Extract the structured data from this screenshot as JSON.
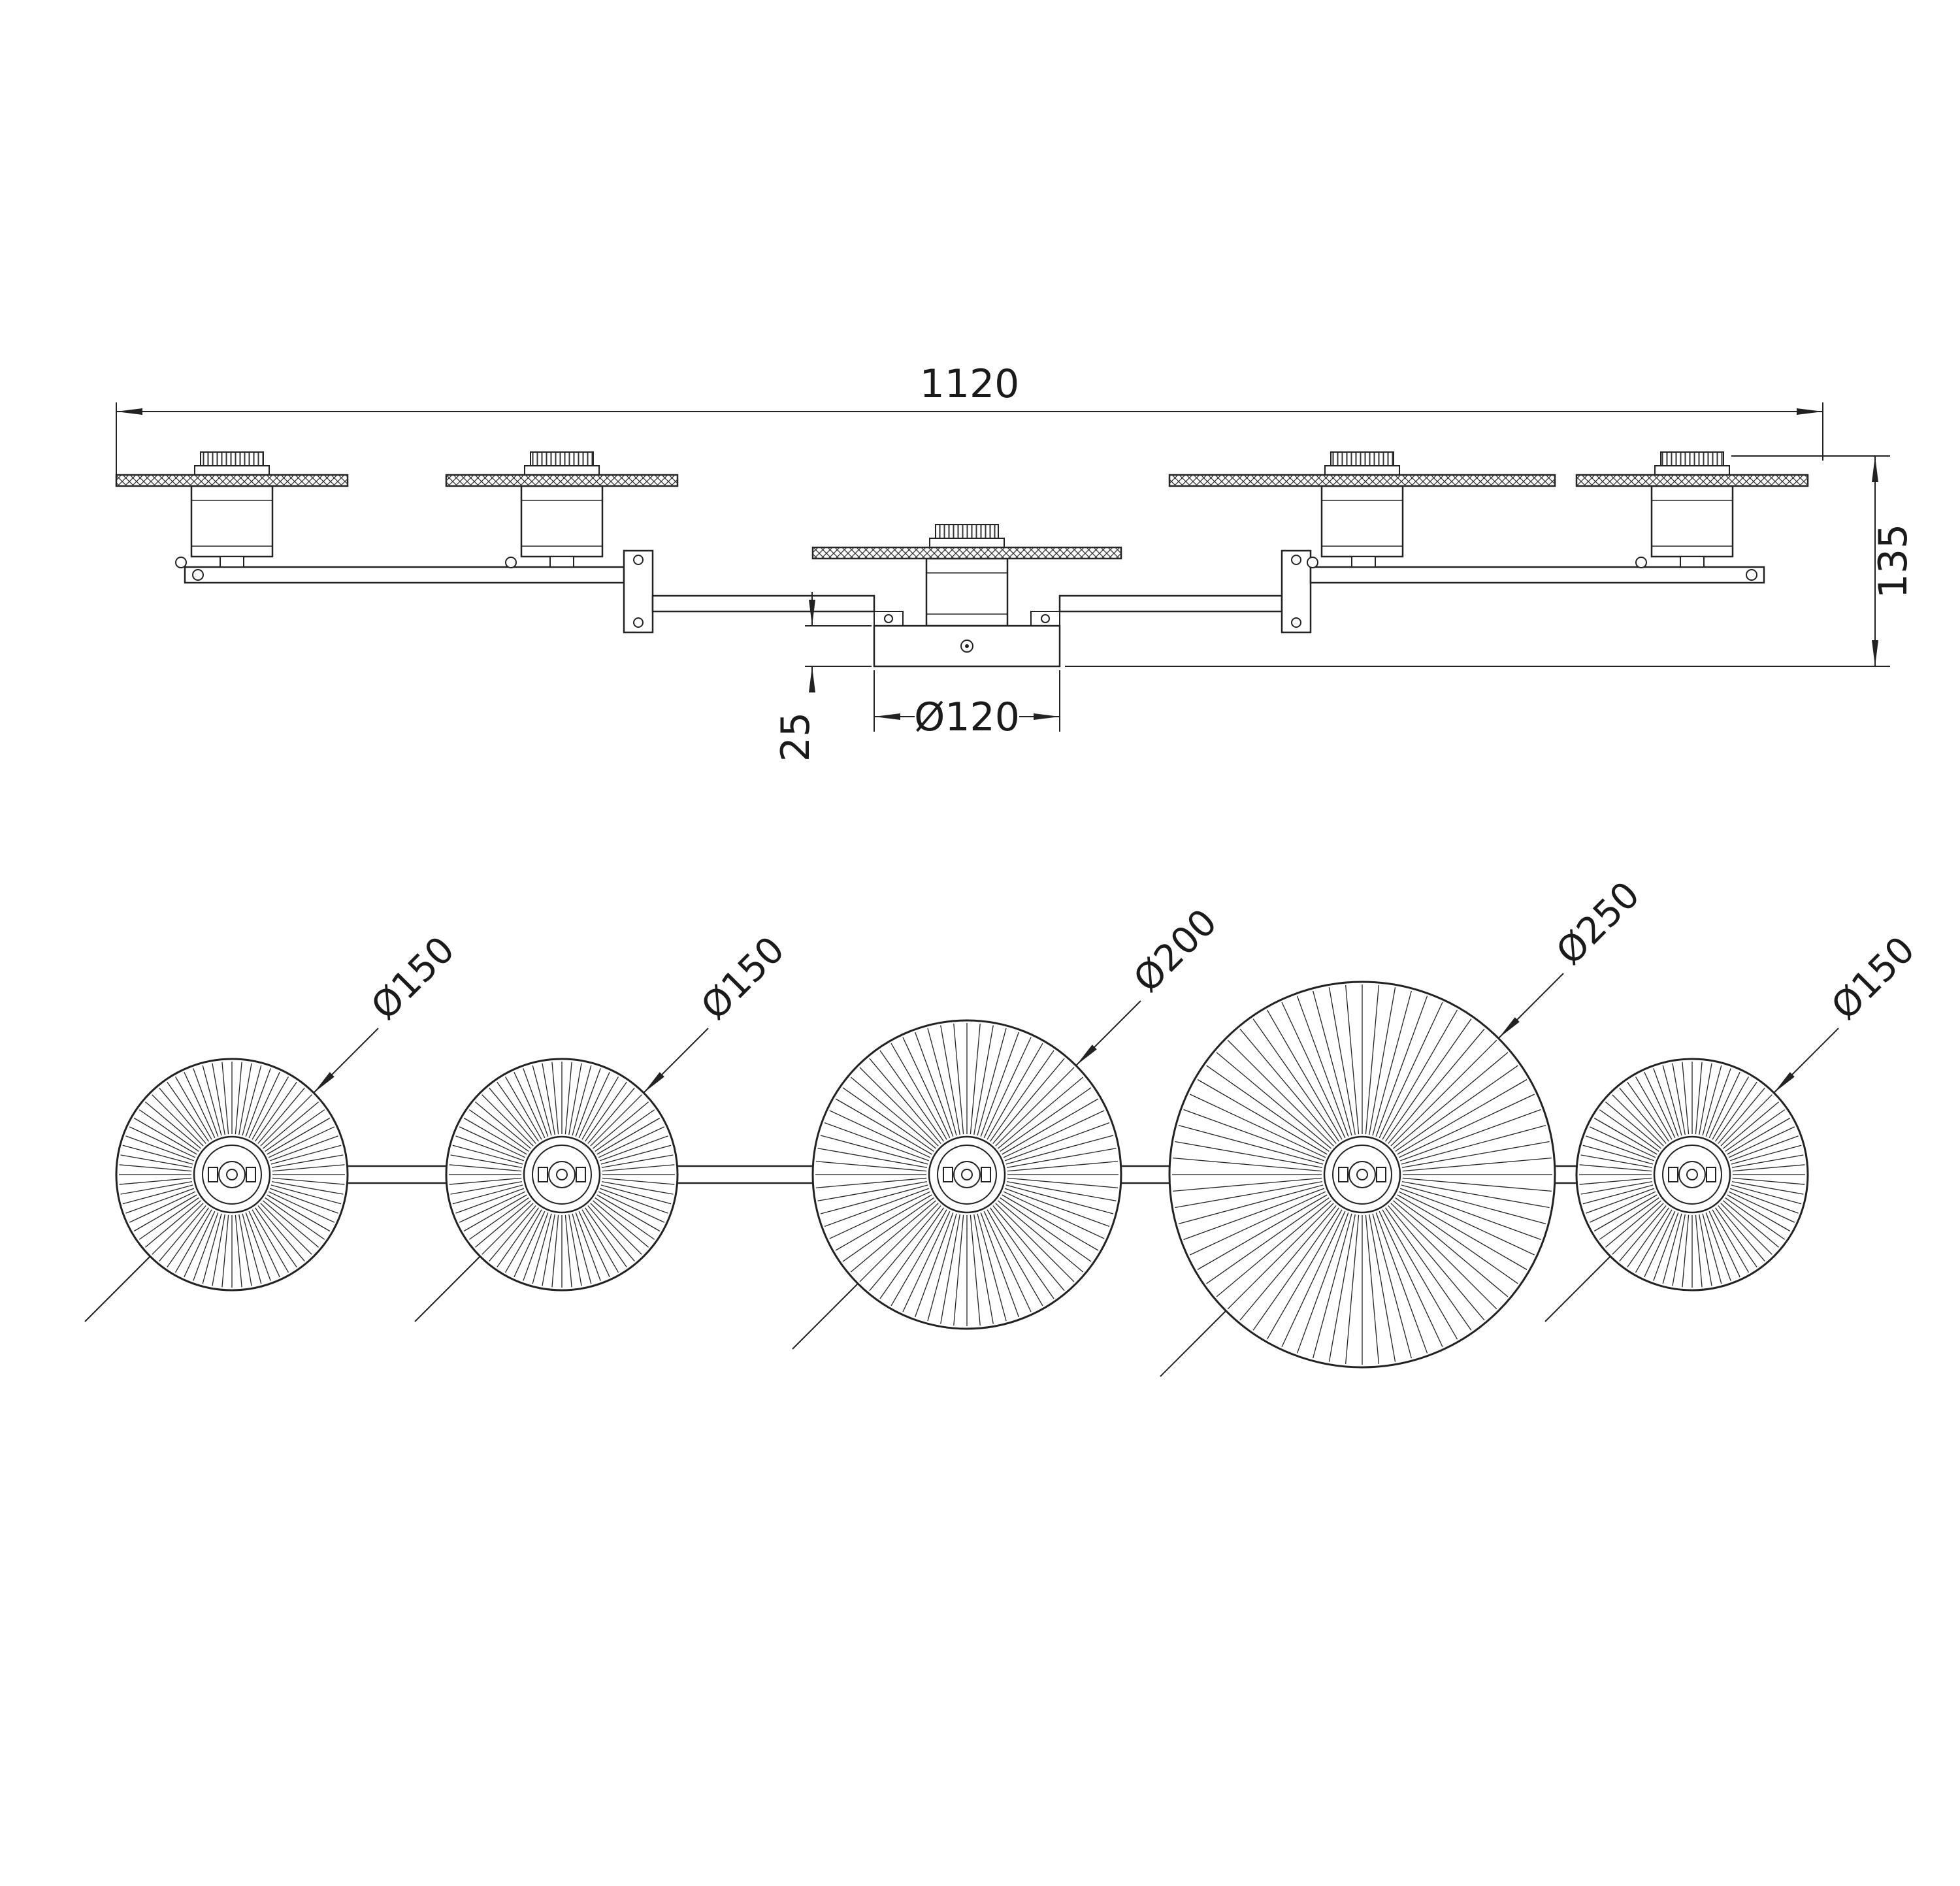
{
  "page": {
    "background": "#ffffff",
    "line_color": "#222222"
  },
  "side_view": {
    "overall_width_label": "1120",
    "height_label": "135",
    "canopy_height_label": "25",
    "canopy_diameter_label": "Ø120"
  },
  "plan_view": {
    "shades": [
      {
        "diameter_mm": 150,
        "label": "Ø150"
      },
      {
        "diameter_mm": 150,
        "label": "Ø150"
      },
      {
        "diameter_mm": 200,
        "label": "Ø200"
      },
      {
        "diameter_mm": 250,
        "label": "Ø250"
      },
      {
        "diameter_mm": 150,
        "label": "Ø150"
      }
    ]
  }
}
